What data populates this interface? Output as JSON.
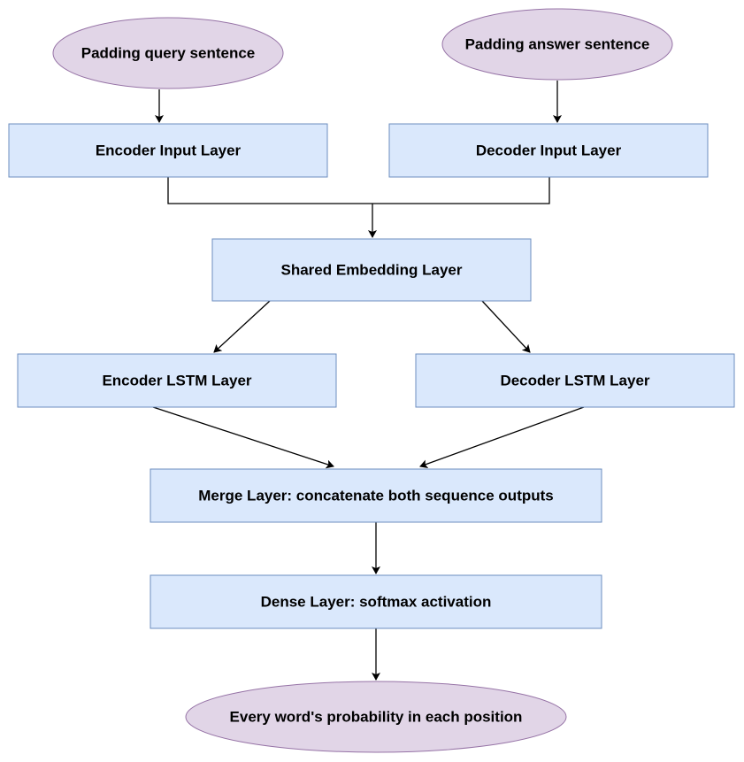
{
  "colors": {
    "ellipse_fill": "#e1d5e7",
    "ellipse_stroke": "#9673a6",
    "box_fill": "#dae8fc",
    "box_stroke": "#6c8ebf",
    "edge": "#000000"
  },
  "nodes": {
    "padding_query": "Padding query sentence",
    "padding_answer": "Padding answer sentence",
    "encoder_input": "Encoder Input Layer",
    "decoder_input": "Decoder Input Layer",
    "shared_embedding": "Shared Embedding Layer",
    "encoder_lstm": "Encoder LSTM Layer",
    "decoder_lstm": "Decoder LSTM Layer",
    "merge": "Merge Layer: concatenate both sequence outputs",
    "dense": "Dense Layer: softmax activation",
    "output": "Every word's probability in each position"
  }
}
